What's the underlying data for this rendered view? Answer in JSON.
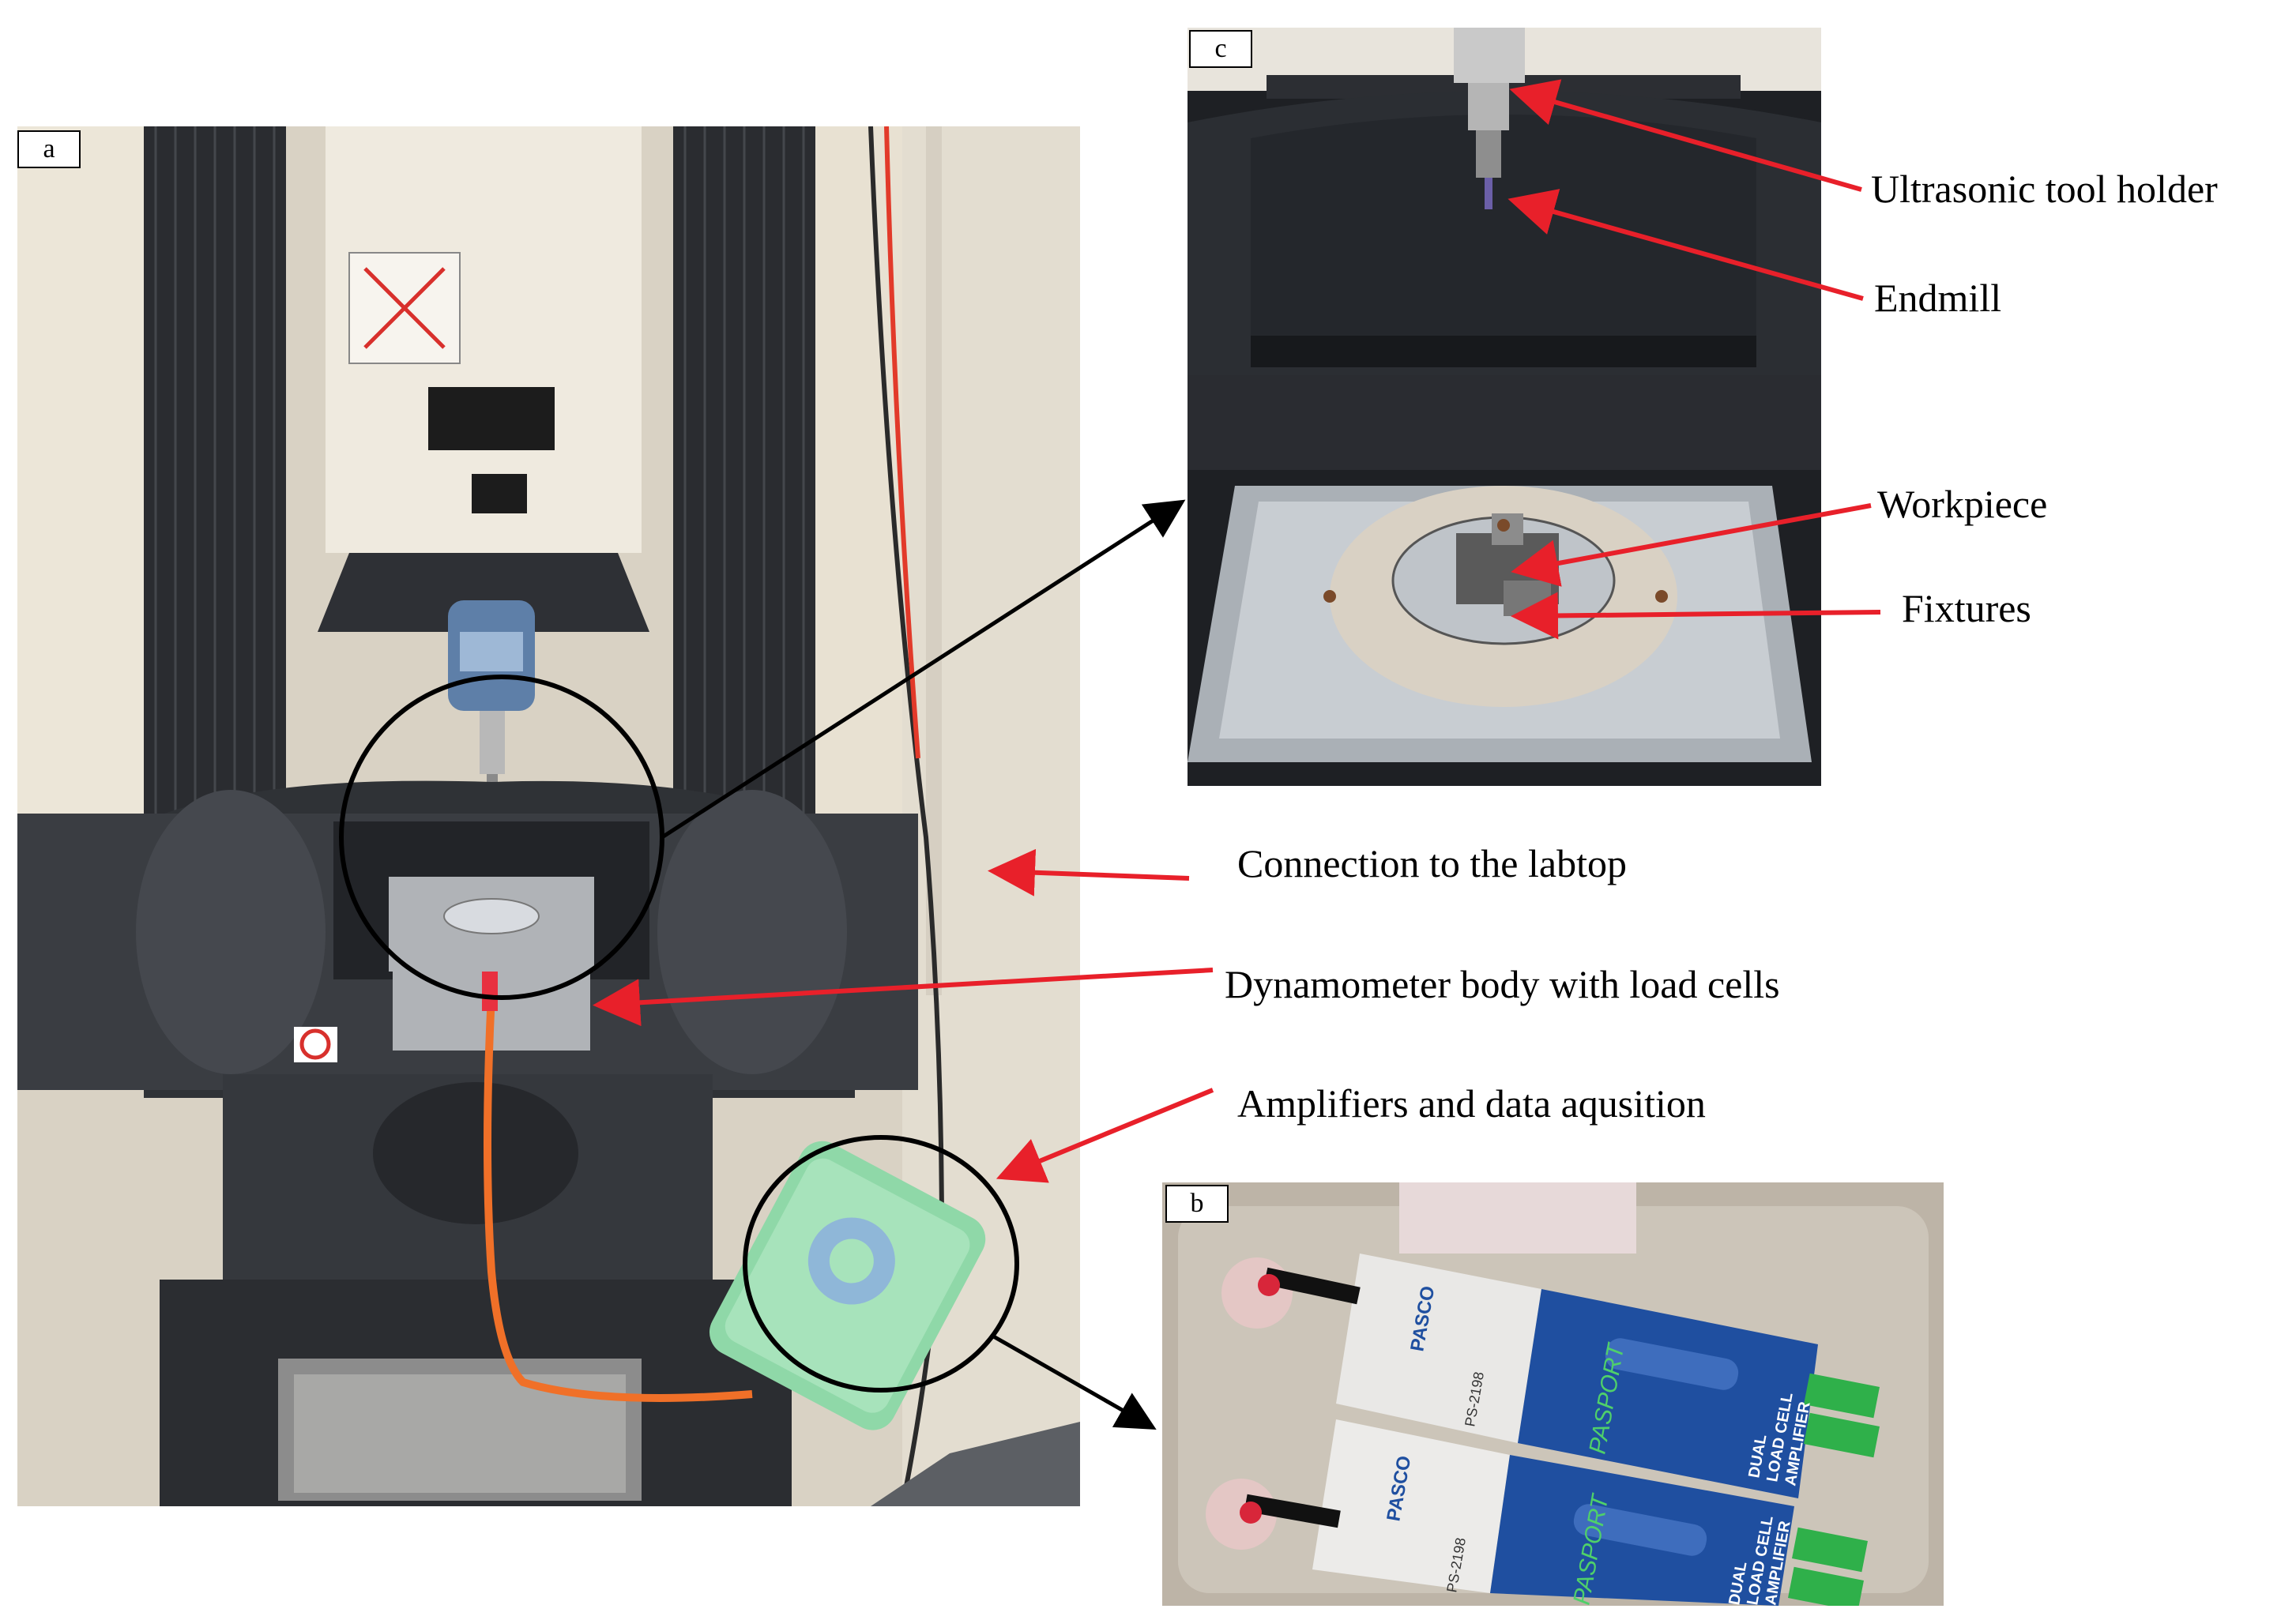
{
  "panels": {
    "a": {
      "letter": "a"
    },
    "b": {
      "letter": "b"
    },
    "c": {
      "letter": "c"
    }
  },
  "labels": {
    "tool_holder": "Ultrasonic tool holder",
    "endmill": "Endmill",
    "workpiece": "Workpiece",
    "fixtures": "Fixtures",
    "connection": "Connection to the labtop",
    "dynamometer": "Dynamometer body with load cells",
    "amplifiers": "Amplifiers and data aqusition"
  },
  "device_text": {
    "brand": "PASCO",
    "series": "PASPORT",
    "product_lines": [
      "DUAL",
      "LOAD CELL",
      "AMPLIFIER"
    ],
    "model_top": "PS-2198",
    "model_bottom": "PS-2198"
  },
  "colors": {
    "callout_red": "#e8202a",
    "callout_black": "#000000",
    "machine_dark": "#3a3d42",
    "housing_cream": "#ece6d8",
    "amplifier_blue": "#1f4fa0",
    "cable_orange": "#f07028",
    "box_green": "#8fd8a8"
  }
}
